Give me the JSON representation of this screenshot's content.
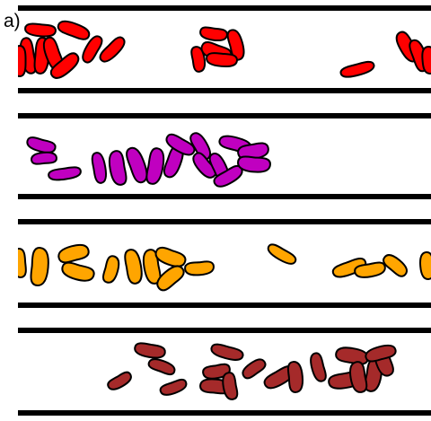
{
  "figure": {
    "panel_label": "a)"
  },
  "channels": [
    {
      "name": "red",
      "color": "#ff0000"
    },
    {
      "name": "purple",
      "color": "#c000c0"
    },
    {
      "name": "orange",
      "color": "#ffa500"
    },
    {
      "name": "brown",
      "color": "#a52a2a"
    }
  ],
  "wall_color": "#000000"
}
